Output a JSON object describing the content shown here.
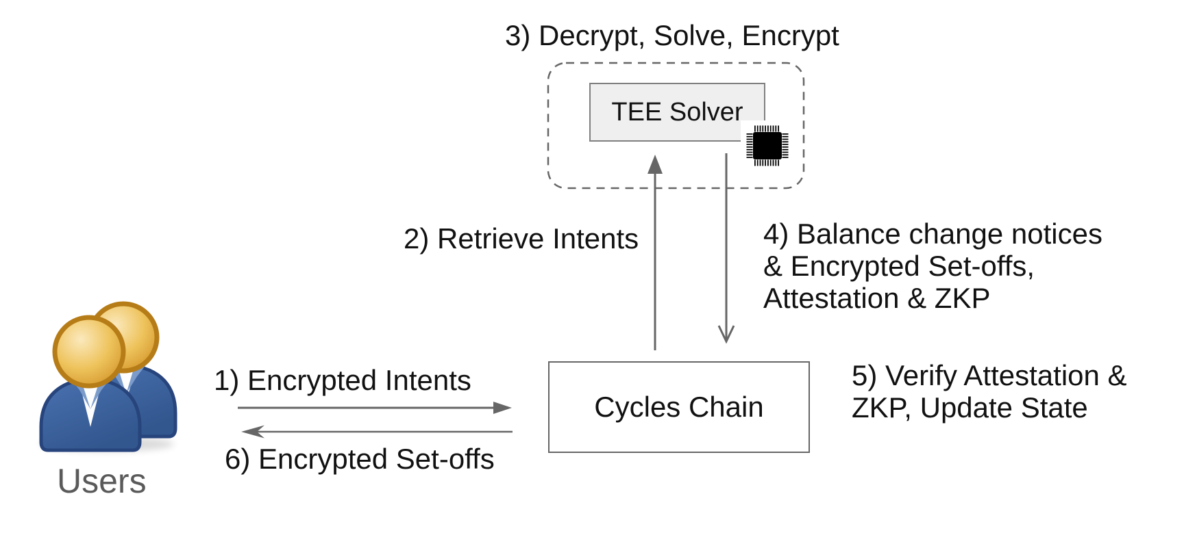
{
  "diagram": {
    "title": "3) Decrypt, Solve, Encrypt",
    "nodes": {
      "tee_solver": "TEE Solver",
      "cycles_chain": "Cycles Chain",
      "users": "Users"
    },
    "flows": {
      "step1": "1) Encrypted Intents",
      "step2": "2) Retrieve Intents",
      "step4": "4) Balance change notices\n& Encrypted Set-offs,\nAttestation & ZKP",
      "step5": "5) Verify Attestation &\nZKP, Update State",
      "step6": "6) Encrypted Set-offs"
    },
    "icons": {
      "chip": "cpu-chip-icon",
      "users": "two-users-icon"
    },
    "colors": {
      "background": "#ffffff",
      "text": "#111111",
      "muted_text": "#5a5a5a",
      "arrow": "#666666",
      "box_border": "#666666",
      "tee_fill": "#efefef",
      "tee_border": "#7f7f7f",
      "dashed_border": "#666666",
      "chip": "#000000",
      "head_gold": "#eec35c",
      "body_blue": "#3b62a0"
    }
  }
}
